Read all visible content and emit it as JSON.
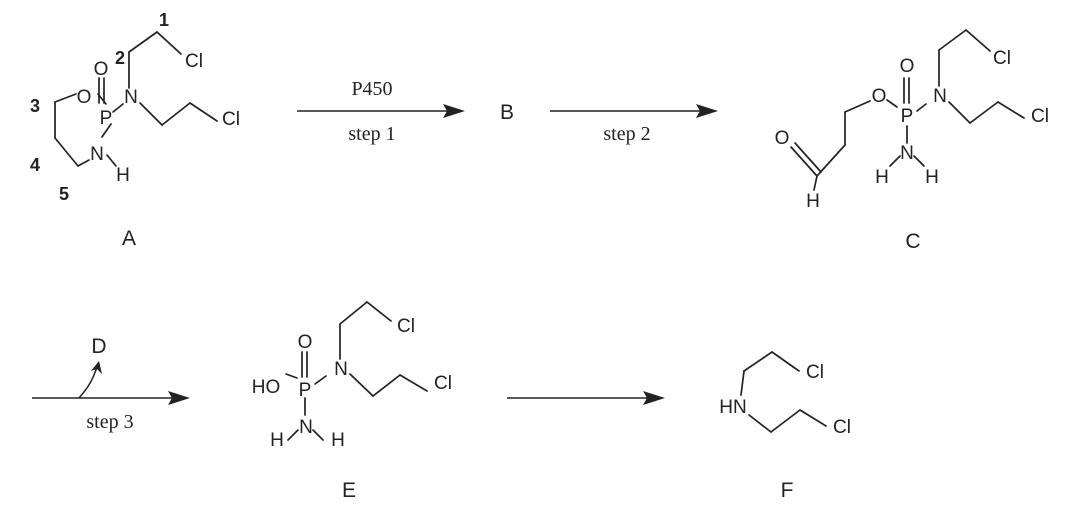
{
  "labels": {
    "A": "A",
    "B": "B",
    "C": "C",
    "D": "D",
    "E": "E",
    "F": "F"
  },
  "conditions": {
    "step1_reagent": "P450",
    "step1": "step 1",
    "step2": "step 2",
    "step3": "step 3"
  },
  "atoms": {
    "O": "O",
    "P": "P",
    "N": "N",
    "H": "H",
    "Cl": "Cl",
    "HO": "HO",
    "HN": "HN"
  },
  "ring_numbers": [
    "1",
    "2",
    "3",
    "4",
    "5"
  ]
}
